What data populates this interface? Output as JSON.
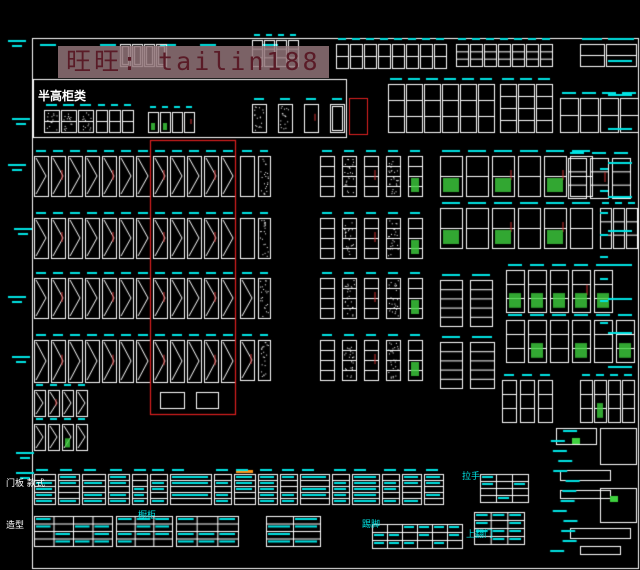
{
  "watermark": {
    "text": "旺旺: tailin188"
  },
  "sections": {
    "half_height_cabinets": "半高柜类",
    "label_b1": "门板\n款式",
    "label_b2": "造型",
    "label_b3": "拉手",
    "label_b4": "橱柜",
    "label_b5": "上翻门",
    "label_b6": "踢脚"
  },
  "colors": {
    "background": "#000000",
    "line": "#ffffff",
    "dim": "#00e5e5",
    "highlight": "#e02020",
    "hatch_green": "#3ed13e",
    "hatch_red": "#d33030",
    "accent_orange": "#ff9a1a"
  },
  "icons": [
    "cad-drawing-canvas"
  ]
}
